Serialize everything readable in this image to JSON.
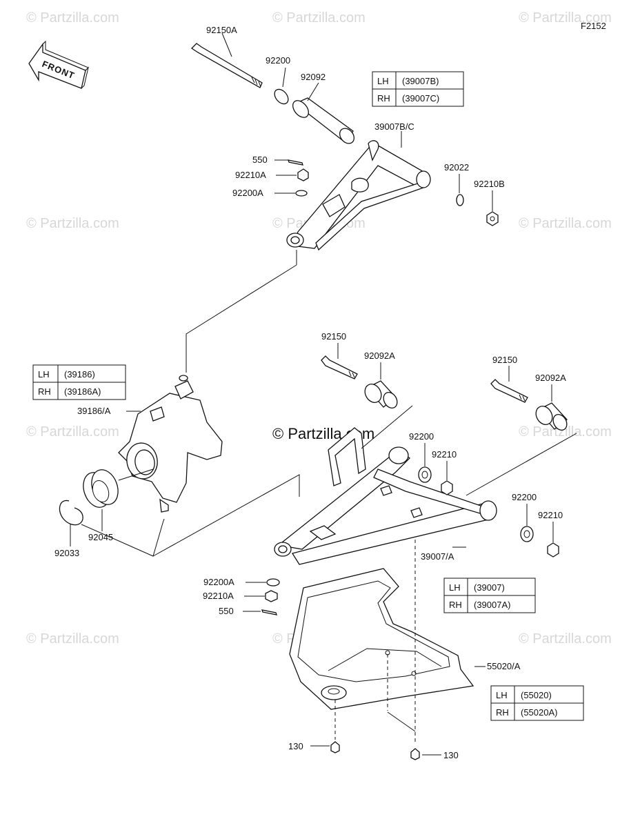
{
  "figure_code": "F2152",
  "front_arrow_text": "FRONT",
  "watermark": "© Partzilla.com",
  "center_watermark": "© Partzilla.com",
  "callouts": {
    "p92150A": "92150A",
    "p92200_top": "92200",
    "p92092": "92092",
    "p39007BC": "39007B/C",
    "p550_top": "550",
    "p92210A_top": "92210A",
    "p92200A_top": "92200A",
    "p92022": "92022",
    "p92210B": "92210B",
    "p92150_left": "92150",
    "p92092A_left": "92092A",
    "p92150_right": "92150",
    "p92092A_right": "92092A",
    "p39186A": "39186/A",
    "p92200_mid": "92200",
    "p92210_mid": "92210",
    "p92200_right": "92200",
    "p92210_right": "92210",
    "p92045": "92045",
    "p92033": "92033",
    "p39007A": "39007/A",
    "p92200A_bottom": "92200A",
    "p92210A_bottom": "92210A",
    "p550_bottom": "550",
    "p55020A": "55020/A",
    "p130_left": "130",
    "p130_right": "130"
  },
  "tables": {
    "upper_arm": [
      {
        "side": "LH",
        "part": "(39007B)"
      },
      {
        "side": "RH",
        "part": "(39007C)"
      }
    ],
    "knuckle": [
      {
        "side": "LH",
        "part": "(39186)"
      },
      {
        "side": "RH",
        "part": "(39186A)"
      }
    ],
    "lower_arm": [
      {
        "side": "LH",
        "part": "(39007)"
      },
      {
        "side": "RH",
        "part": "(39007A)"
      }
    ],
    "guard": [
      {
        "side": "LH",
        "part": "(55020)"
      },
      {
        "side": "RH",
        "part": "(55020A)"
      }
    ]
  }
}
